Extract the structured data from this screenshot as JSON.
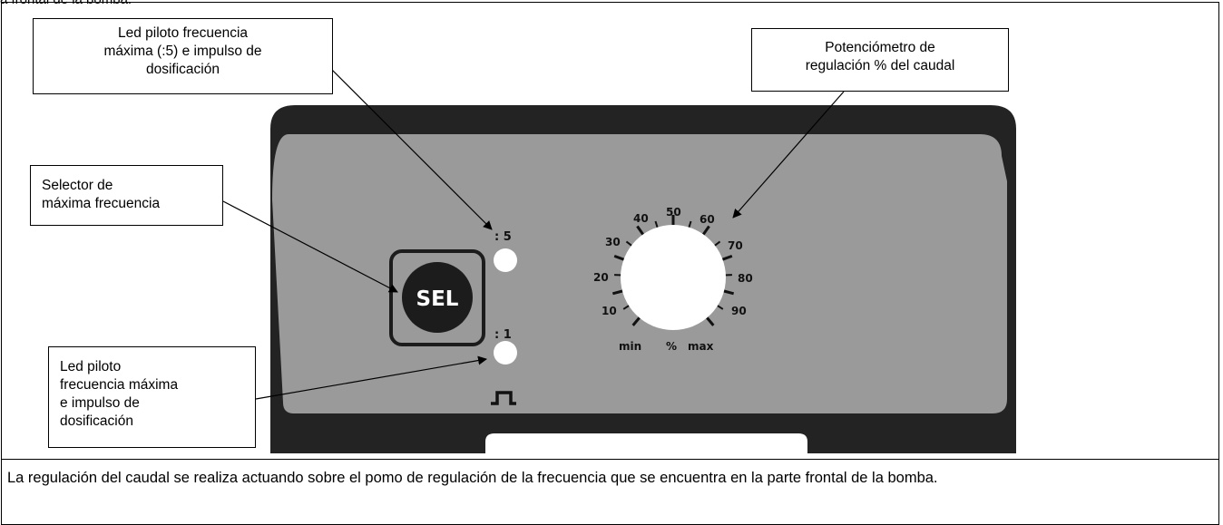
{
  "header_fragment": "a frontal de la bomba:",
  "callouts": {
    "led_top": "Led piloto frecuencia\nmáxima (:5) e impulso de\ndosificación",
    "potentiometer": "Potenciómetro de\nregulación % del caudal",
    "selector": "Selector de\nmáxima frecuencia",
    "led_bottom": "Led piloto\nfrecuencia máxima\ne impulso de\ndosificación"
  },
  "panel": {
    "sel_button": "SEL",
    "led_top_label": ": 5",
    "led_bottom_label": ": 1",
    "dial_scale": [
      "10",
      "20",
      "30",
      "40",
      "50",
      "60",
      "70",
      "80",
      "90"
    ],
    "dial_min": "min",
    "dial_unit": "%",
    "dial_max": "max"
  },
  "caption": "La regulación del caudal se realiza actuando sobre el pomo de regulación de la frecuencia que se encuentra en la parte frontal de la bomba.",
  "colors": {
    "panel_frame": "#232323",
    "panel_face": "#9a9a9a",
    "led": "#ffffff",
    "dial": "#ffffff"
  }
}
